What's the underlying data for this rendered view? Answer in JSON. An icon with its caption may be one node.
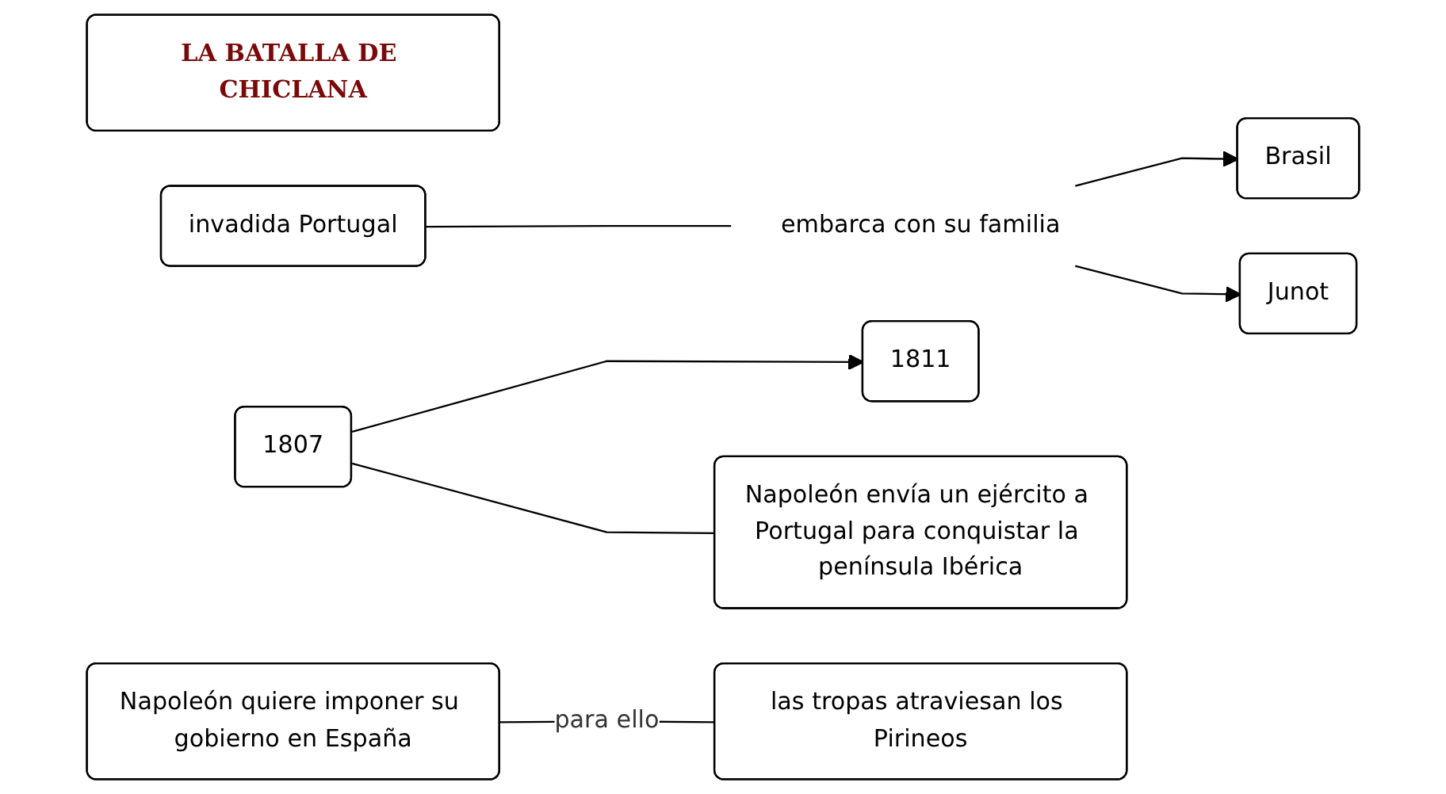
{
  "diagram": {
    "nodes": [
      {
        "text": [
          "LA BATALLA DE CHICLANA"
        ]
      },
      {
        "text": [
          "Brasil"
        ]
      },
      {
        "text": [
          "Junot"
        ]
      },
      {
        "text": [
          "embarca con su familia"
        ]
      },
      {
        "text": [
          "invadida Portugal"
        ]
      },
      {
        "text": [
          "1807"
        ]
      },
      {
        "text": [
          "1811"
        ]
      },
      {
        "text": [
          "Napoleón quiere imponer su gobierno en España"
        ]
      },
      {
        "text": [
          "Napoleón envía un ejército a Portugal para conquistar la península Ibérica"
        ]
      },
      {
        "text": [
          "las tropas atraviesan los Pirineos"
        ]
      }
    ],
    "edges": [
      {
        "from": 4,
        "to": 3,
        "arrow": "none"
      },
      {
        "from": 3,
        "to": 1,
        "arrow": "to"
      },
      {
        "from": 3,
        "to": 2,
        "arrow": "to"
      },
      {
        "from": 5,
        "to": 6,
        "arrow": "to"
      },
      {
        "from": 5,
        "to": 8,
        "arrow": "none"
      },
      {
        "from": 7,
        "to": 9,
        "arrow": "none",
        "label": "para ello"
      }
    ]
  }
}
